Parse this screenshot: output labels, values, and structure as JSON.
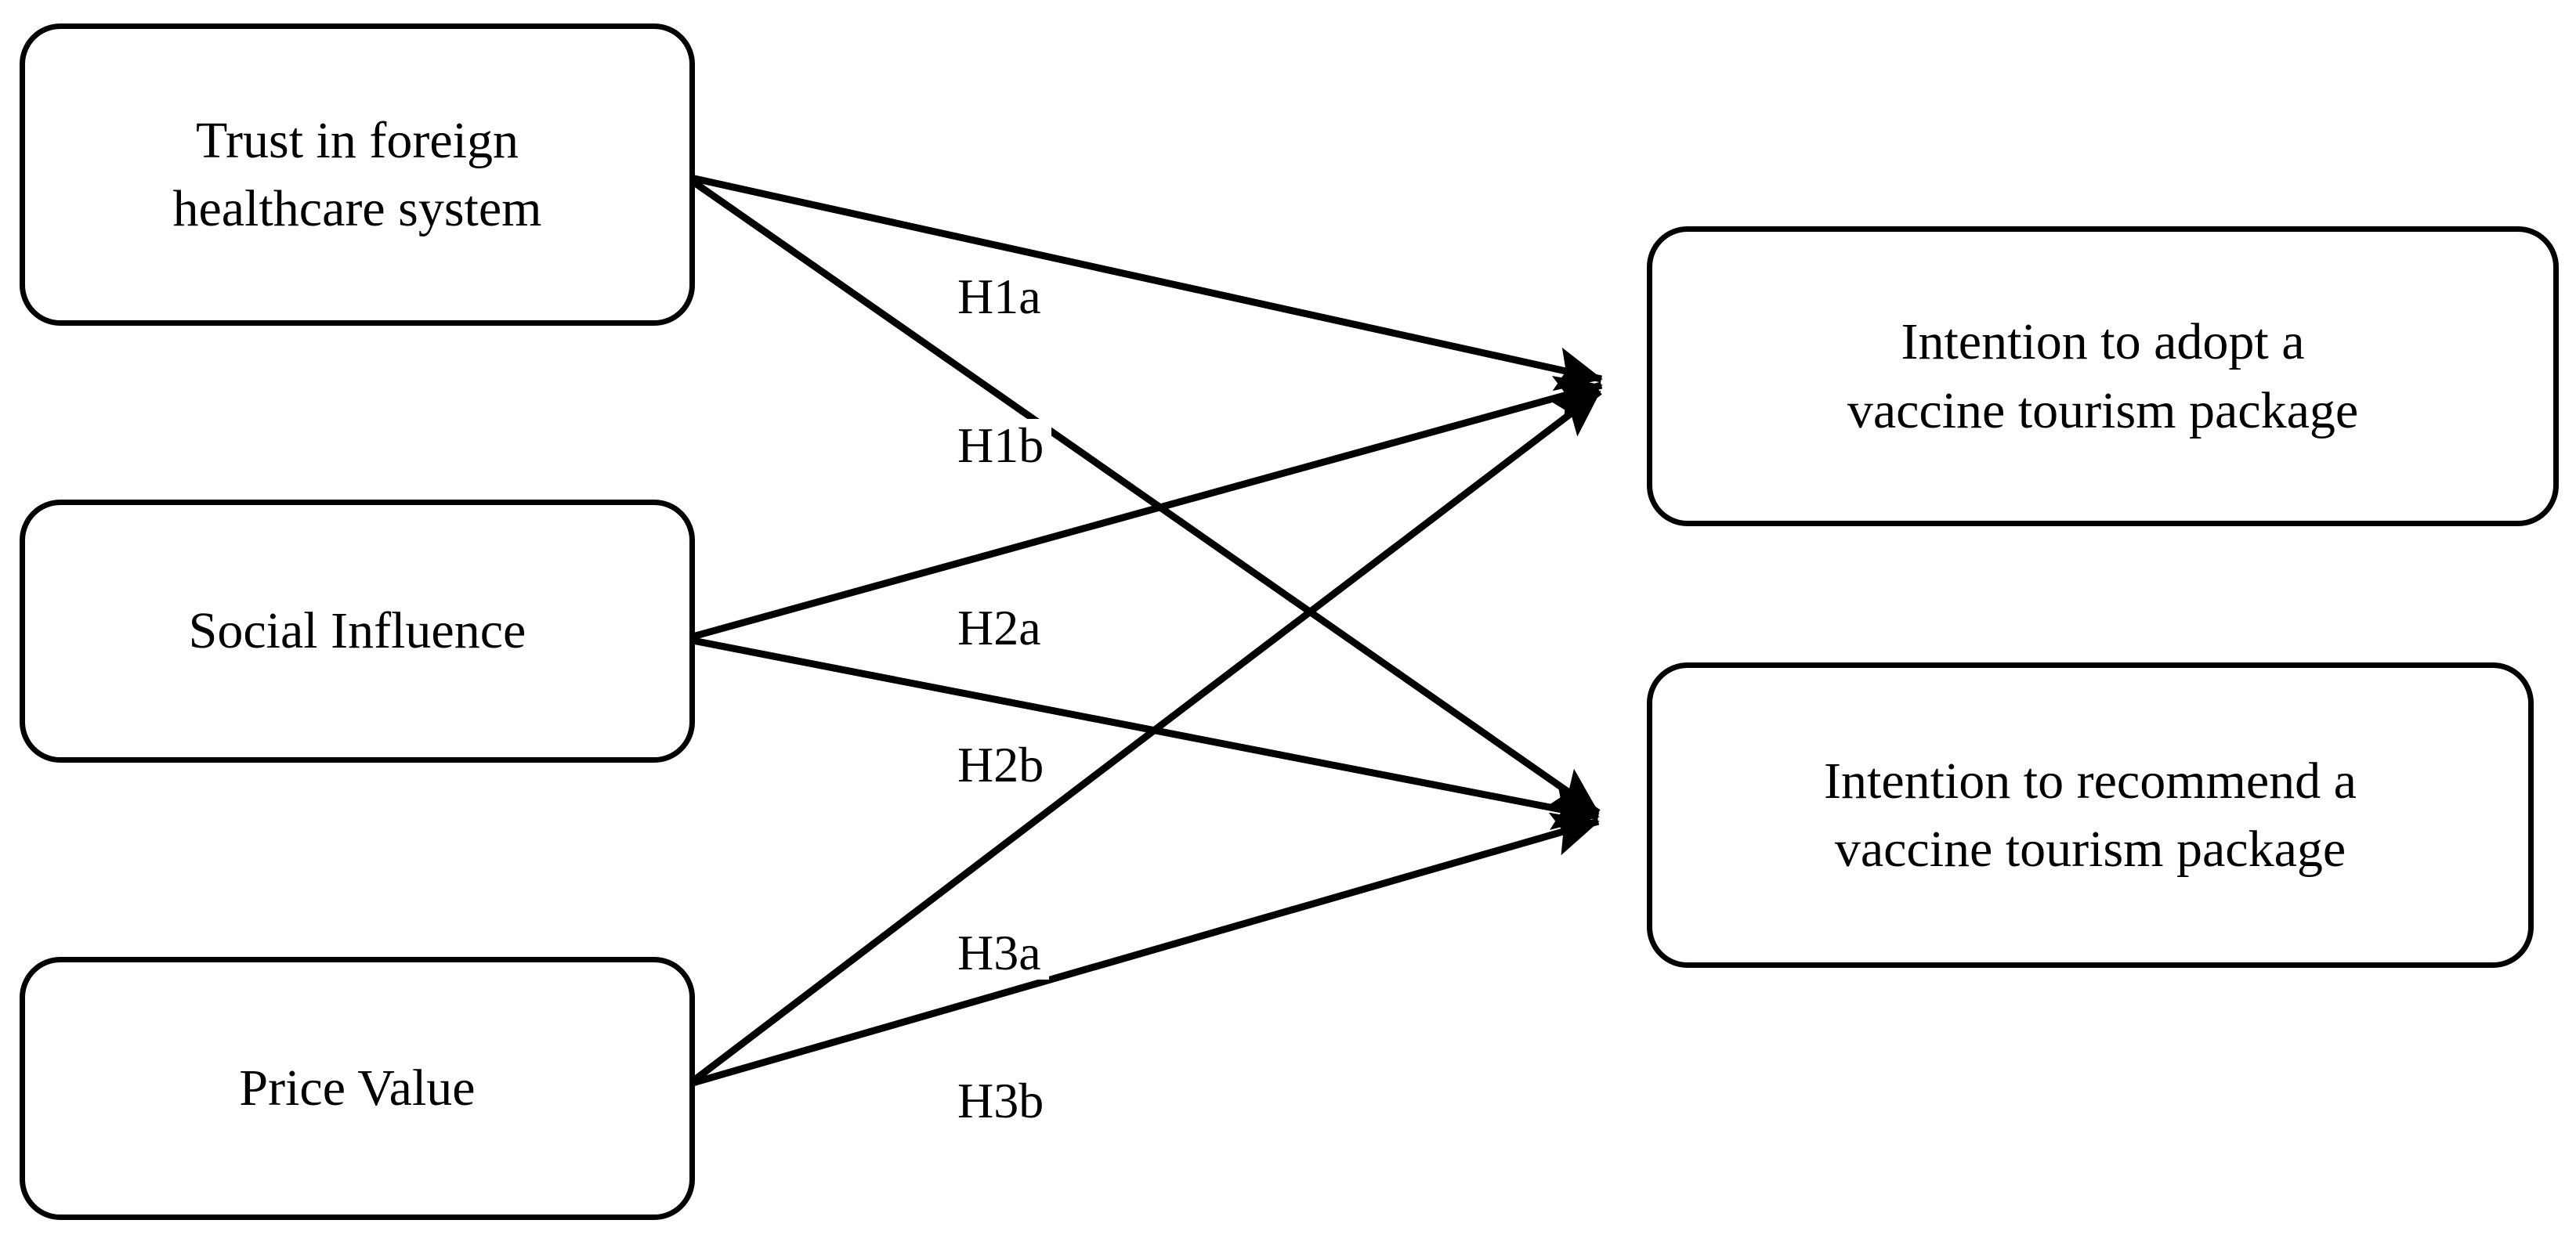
{
  "diagram": {
    "title": "Research model of vaccine tourism adoption and recommendation intentions",
    "type": "conceptual-path-model",
    "background_color": "#ffffff",
    "line_color": "#000000",
    "text_color": "#000000"
  },
  "predictors": [
    {
      "id": "trust",
      "lines": [
        "Trust in foreign",
        "healthcare system"
      ]
    },
    {
      "id": "social-influence",
      "lines": [
        "Social Influence"
      ]
    },
    {
      "id": "price-value",
      "lines": [
        "Price Value"
      ]
    }
  ],
  "outcomes": [
    {
      "id": "adopt",
      "lines": [
        "Intention to adopt a",
        "vaccine tourism package"
      ]
    },
    {
      "id": "recommend",
      "lines": [
        "Intention to recommend a",
        "vaccine tourism package"
      ]
    }
  ],
  "hypotheses": [
    {
      "id": "h1a",
      "label": "H1a",
      "from": "trust",
      "to": "adopt"
    },
    {
      "id": "h1b",
      "label": "H1b",
      "from": "trust",
      "to": "recommend"
    },
    {
      "id": "h2a",
      "label": "H2a",
      "from": "social-influence",
      "to": "adopt"
    },
    {
      "id": "h2b",
      "label": "H2b",
      "from": "social-influence",
      "to": "recommend"
    },
    {
      "id": "h3a",
      "label": "H3a",
      "from": "price-value",
      "to": "adopt"
    },
    {
      "id": "h3b",
      "label": "H3b",
      "from": "price-value",
      "to": "recommend"
    }
  ]
}
